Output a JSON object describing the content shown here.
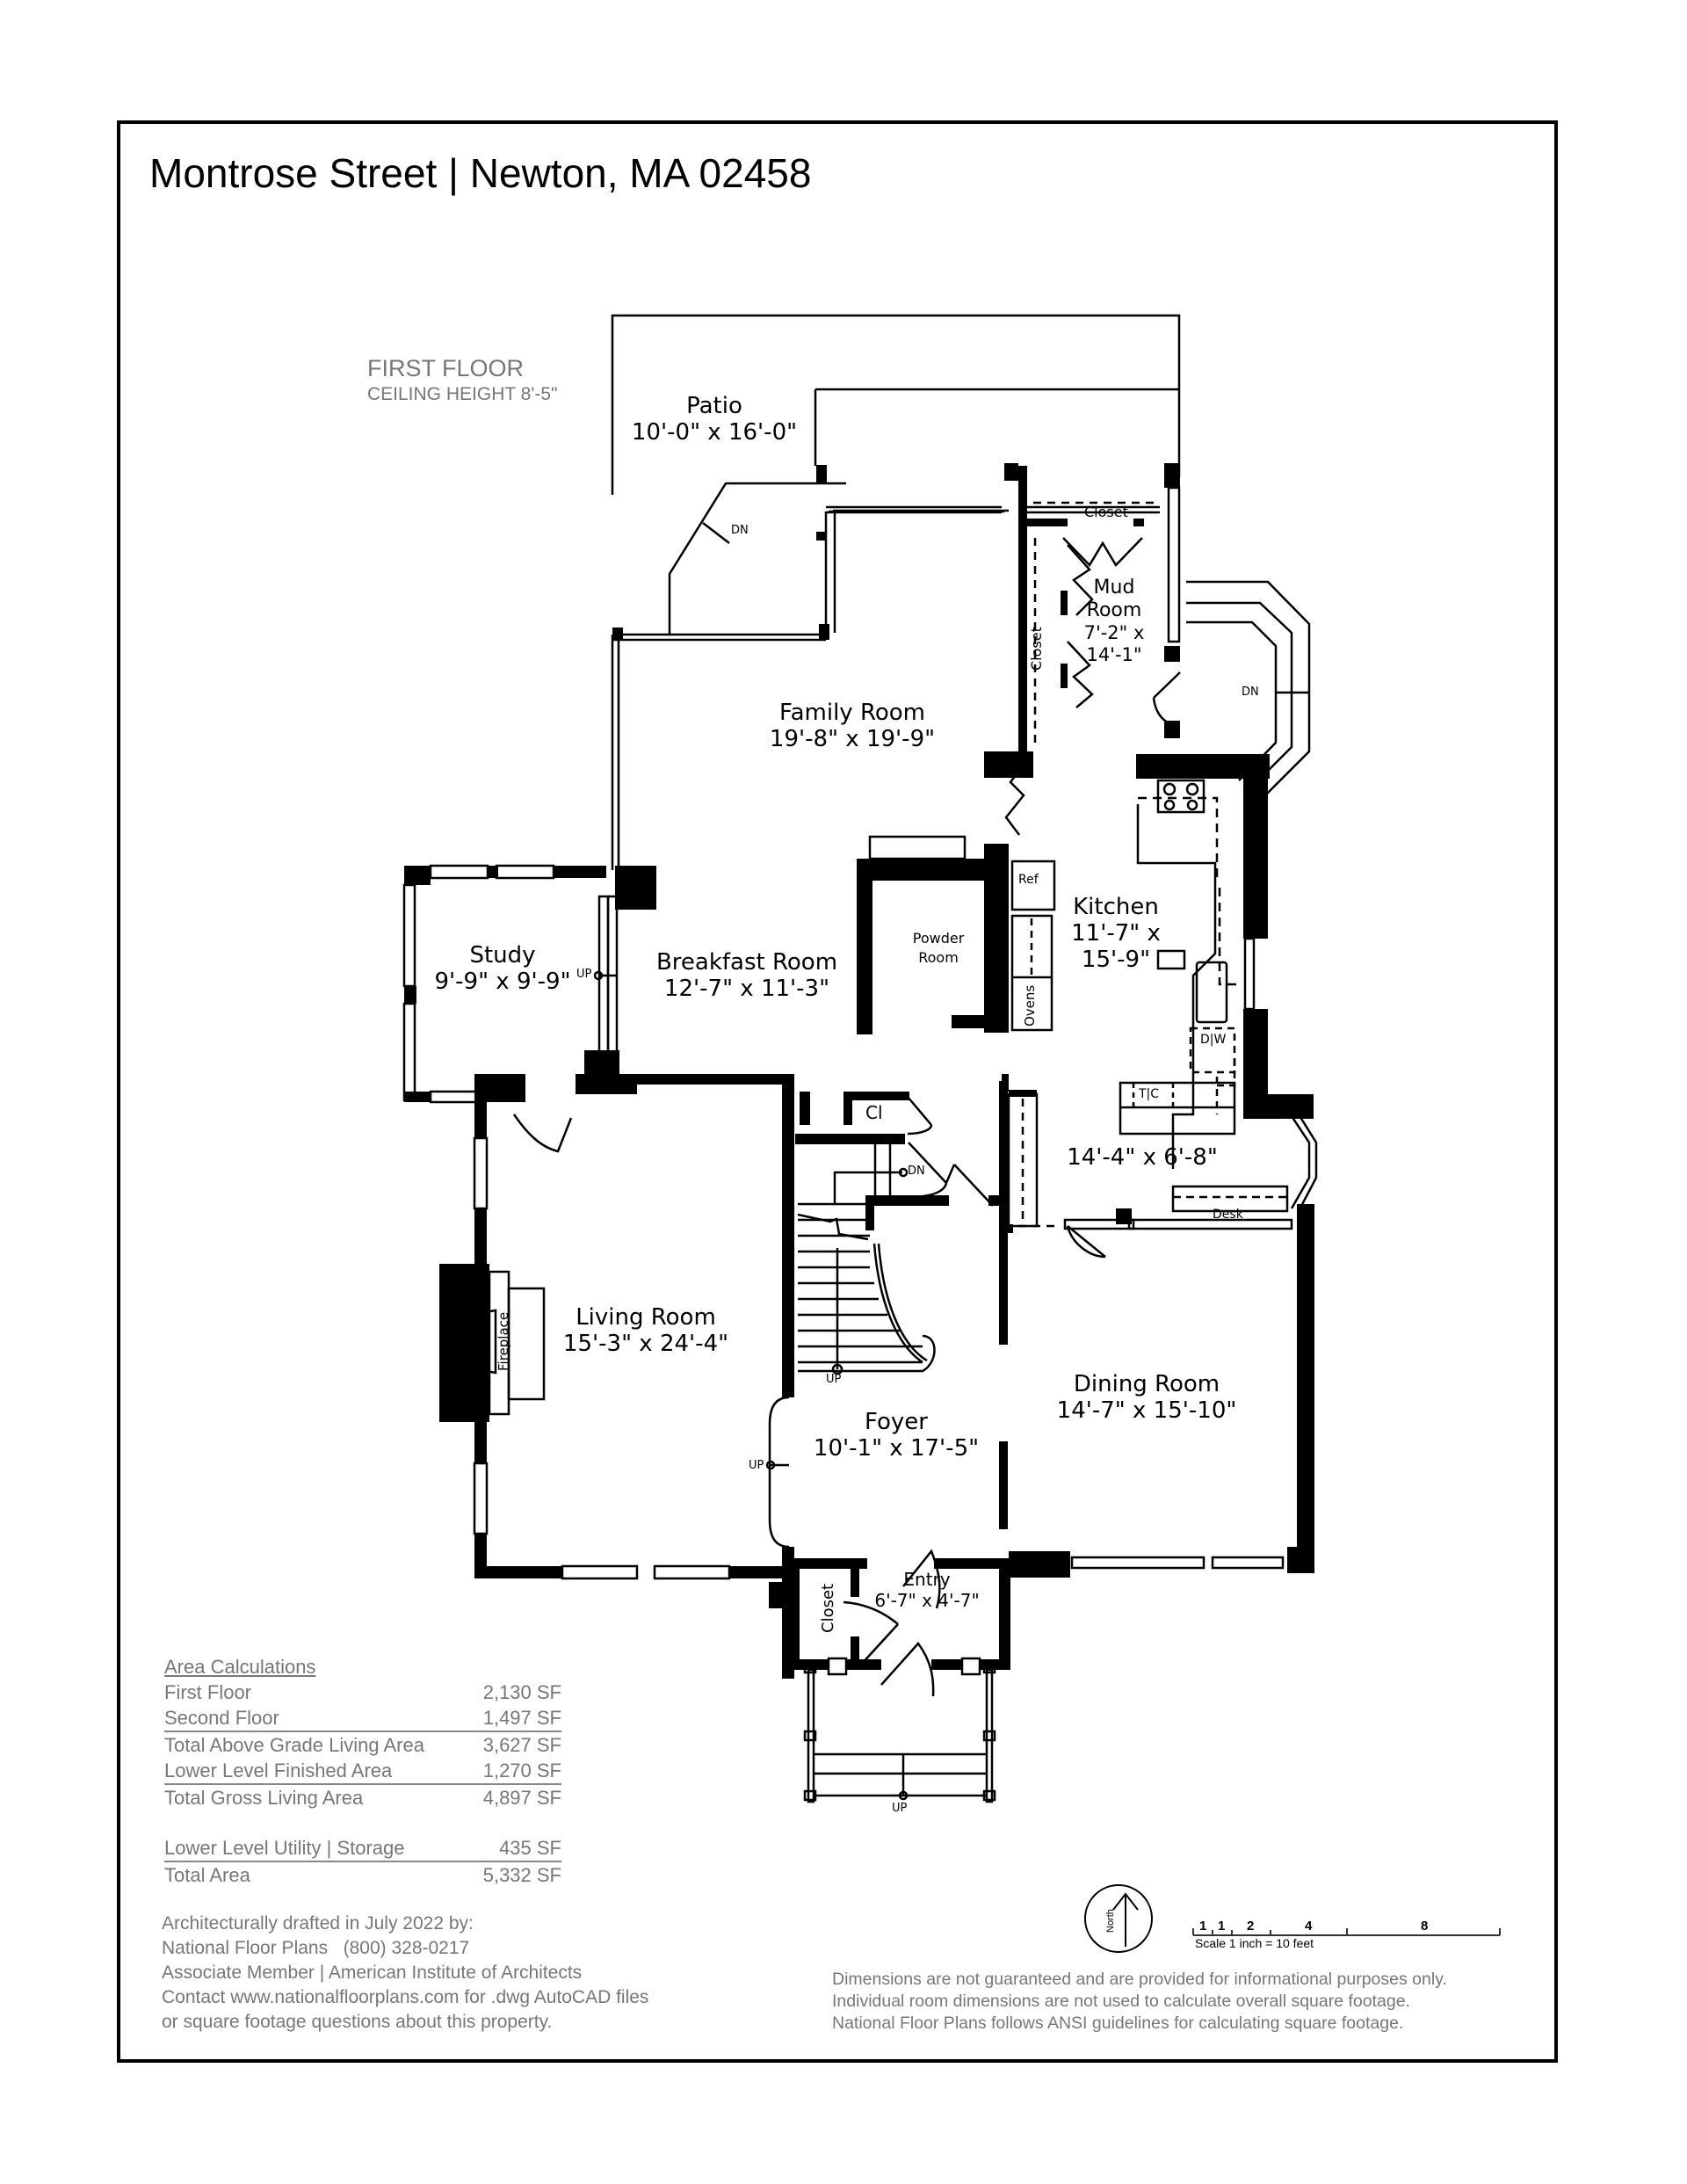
{
  "header": {
    "title": "Montrose Street | Newton, MA 02458"
  },
  "floor": {
    "name": "FIRST FLOOR",
    "ceiling_height": "CEILING HEIGHT 8'-5\""
  },
  "rooms": {
    "patio": {
      "name": "Patio",
      "dim": "10'-0\" x 16'-0\""
    },
    "family_room": {
      "name": "Family Room",
      "dim": "19'-8\" x 19'-9\""
    },
    "mud_room": {
      "name_line1": "Mud",
      "name_line2": "Room",
      "dim_line1": "7'-2\" x",
      "dim_line2": "14'-1\""
    },
    "kitchen": {
      "name": "Kitchen",
      "dim_line1": "11'-7\" x",
      "dim_line2": "15'-9\""
    },
    "study": {
      "name": "Study",
      "dim": "9'-9\" x 9'-9\""
    },
    "breakfast_room": {
      "name": "Breakfast Room",
      "dim": "12'-7\" x 11'-3\""
    },
    "powder_room": {
      "name_line1": "Powder",
      "name_line2": "Room"
    },
    "nook": {
      "dim": "14'-4\" x 6'-8\""
    },
    "living_room": {
      "name": "Living Room",
      "dim": "15'-3\" x 24'-4\""
    },
    "dining_room": {
      "name": "Dining Room",
      "dim": "14'-7\" x 15'-10\""
    },
    "foyer": {
      "name": "Foyer",
      "dim": "10'-1\" x 17'-5\""
    },
    "entry": {
      "name": "Entry",
      "dim": "6'-7\" x 4'-7\""
    }
  },
  "fixtures": {
    "closet_top": "Closet",
    "closet_mud_side": "Closet",
    "closet_entry": "Closet",
    "closet_small": "Cl",
    "ref": "Ref",
    "ovens": "Ovens",
    "dishwasher": "D|W",
    "trash_compactor": "T|C",
    "desk": "Desk",
    "fireplace": "Fireplace"
  },
  "stair_markers": {
    "patio_dn": "DN",
    "mudroom_dn": "DN",
    "study_up": "UP",
    "basement_dn": "DN",
    "main_stair_up": "UP",
    "living_up": "UP",
    "front_steps_up": "UP"
  },
  "area_calculations": {
    "heading": "Area Calculations",
    "rows": [
      {
        "label": "First Floor",
        "value": "2,130 SF"
      },
      {
        "label": "Second Floor",
        "value": "1,497 SF"
      },
      {
        "label": "Total Above Grade Living Area",
        "value": "3,627 SF"
      },
      {
        "label": "Lower Level Finished Area",
        "value": "1,270 SF"
      },
      {
        "label": "Total Gross Living Area",
        "value": "4,897 SF"
      },
      {
        "label": "Lower Level Utility | Storage",
        "value": "435 SF"
      },
      {
        "label": "Total Area",
        "value": "5,332 SF"
      }
    ]
  },
  "credit": {
    "line1": "Architecturally drafted in July 2022 by:",
    "line2": "National Floor Plans   (800) 328-0217",
    "line3": "Associate Member | American Institute of Architects",
    "line4": "Contact www.nationalfloorplans.com for .dwg AutoCAD files",
    "line5": "or square footage questions about this property."
  },
  "north_arrow": {
    "label": "North"
  },
  "scale_bar": {
    "ticks": [
      "1",
      "1",
      "2",
      "4",
      "8"
    ],
    "caption": "Scale 1 inch = 10 feet"
  },
  "disclaimer": {
    "line1": "Dimensions are not guaranteed and are provided for informational purposes only.",
    "line2": "Individual room dimensions are not used to calculate overall square footage.",
    "line3": "National Floor Plans follows ANSI guidelines for calculating square footage."
  },
  "colors": {
    "wall": "#000000",
    "annotation_gray": "#777777",
    "background": "#ffffff"
  }
}
